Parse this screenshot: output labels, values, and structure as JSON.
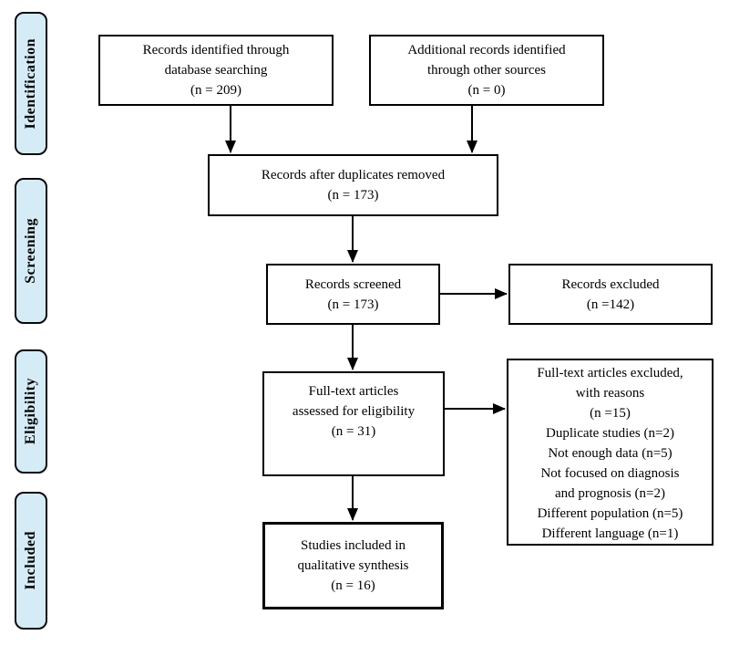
{
  "colors": {
    "background": "#ffffff",
    "stage_fill": "#d5ecf7",
    "stage_border": "#0a0a0a",
    "box_fill": "#ffffff",
    "box_border": "#000000",
    "arrow": "#000000",
    "text": "#000000"
  },
  "stages": [
    {
      "label": "Identification"
    },
    {
      "label": "Screening"
    },
    {
      "label": "Eligibility"
    },
    {
      "label": "Included"
    }
  ],
  "boxes": {
    "identified": {
      "lines": [
        "Records identified through",
        "database searching",
        "(n = 209)"
      ]
    },
    "additional": {
      "lines": [
        "Additional records identified",
        "through other sources",
        "(n = 0)"
      ]
    },
    "after_duplicates": {
      "lines": [
        "Records after duplicates removed",
        "(n = 173)"
      ]
    },
    "screened": {
      "lines": [
        "Records screened",
        "(n = 173)"
      ]
    },
    "excluded": {
      "lines": [
        "Records excluded",
        "(n =142)"
      ]
    },
    "fulltext_assessed": {
      "lines": [
        "Full-text articles",
        "assessed for eligibility",
        "(n = 31)"
      ]
    },
    "fulltext_excluded": {
      "lines": [
        "Full-text articles excluded,",
        "with reasons",
        "(n =15)",
        "Duplicate studies (n=2)",
        "Not enough data (n=5)",
        "Not focused on diagnosis",
        "and prognosis (n=2)",
        "Different population (n=5)",
        "Different language (n=1)"
      ]
    },
    "included_qualitative": {
      "lines": [
        "Studies included in",
        "qualitative synthesis",
        "(n = 16)"
      ]
    }
  }
}
